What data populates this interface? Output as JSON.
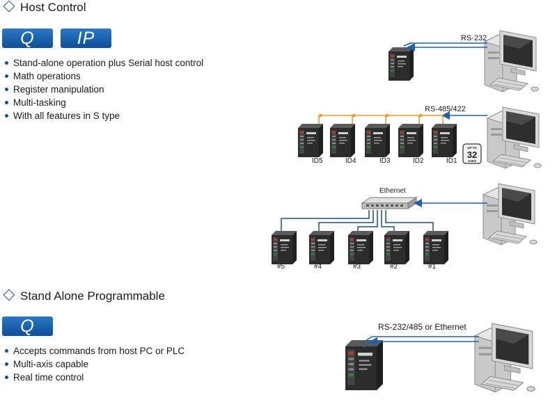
{
  "sections": [
    {
      "heading": "Host Control",
      "badges": [
        "Q",
        "IP"
      ],
      "features": [
        "Stand-alone operation plus Serial host control",
        "Math operations",
        "Register manipulation",
        "Multi-tasking",
        "With all features in S type"
      ]
    },
    {
      "heading": "Stand Alone Programmable",
      "badges": [
        "Q"
      ],
      "features": [
        "Accepts commands from host PC or PLC",
        "Multi-axis capable",
        "Real time control"
      ]
    }
  ],
  "diagrams": {
    "rs232": {
      "link_label": "RS-232"
    },
    "rs485": {
      "link_label": "RS-485/422",
      "drive_ids": [
        "ID5",
        "ID4",
        "ID3",
        "ID2",
        "ID1"
      ],
      "axes_badge": {
        "top": "UP TO",
        "number": "32",
        "bottom": "AXES"
      }
    },
    "ethernet": {
      "switch_label": "Ethernet",
      "drive_ids": [
        "#5",
        "#4",
        "#3",
        "#2",
        "#1"
      ]
    },
    "standalone": {
      "link_label": "RS-232/485 or Ethernet"
    }
  },
  "colors": {
    "accent_blue": "#1c4f8f",
    "link_blue": "#2060a8",
    "daisy_orange": "#f0961e",
    "badge_blue": "#1a64b4"
  }
}
